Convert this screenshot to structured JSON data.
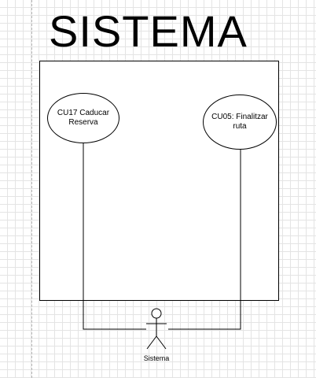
{
  "diagram": {
    "title": "SISTEMA",
    "use_cases": [
      {
        "label": "CU17 Caducar Reserva"
      },
      {
        "label": "CU05: Finalitzar ruta"
      }
    ],
    "actor": {
      "label": "Sistema"
    }
  }
}
